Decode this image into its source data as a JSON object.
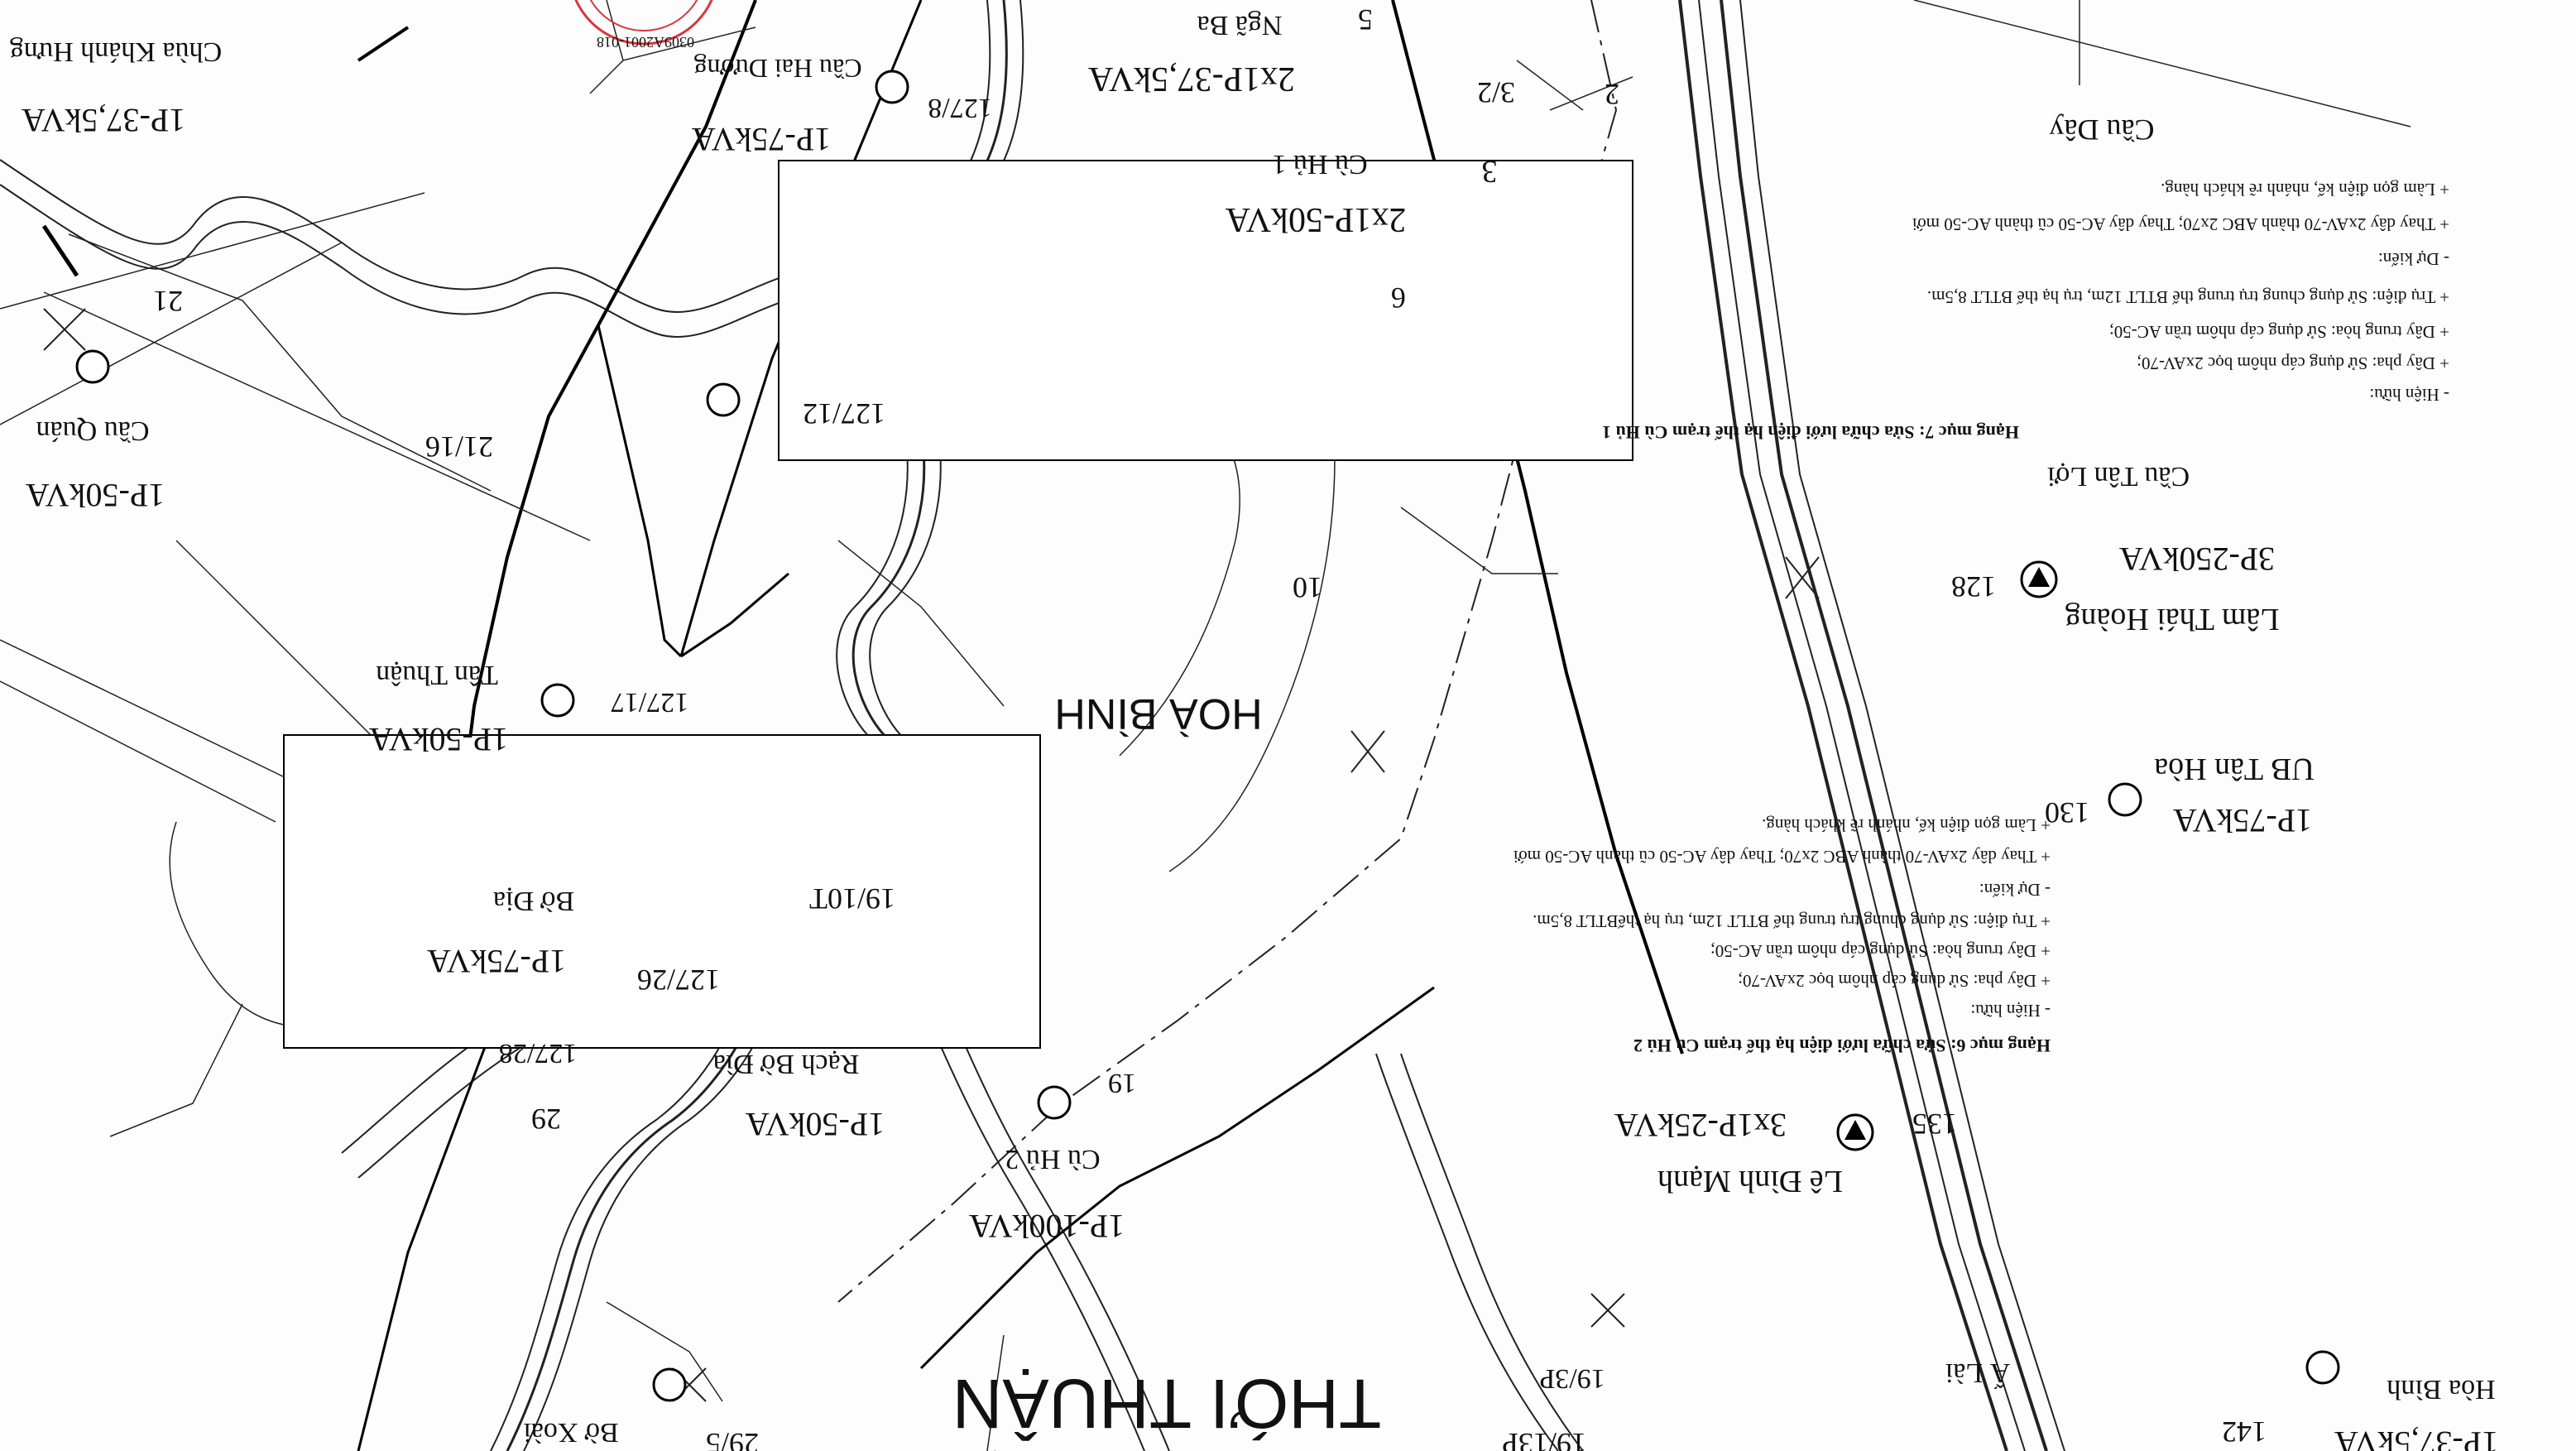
{
  "map_title_areas": {
    "hoa_binh": "HOÀ BÌNH",
    "thoi_thuan": "THỚI THUẬN"
  },
  "stations": [
    {
      "id": "cau-hai-duong",
      "rating": "1P-75kVA",
      "name": "Cầu Hai Dương",
      "pole": "127/8",
      "marker": "hollow"
    },
    {
      "id": "chua-khanh-hung",
      "rating": "1P-37,5kVA",
      "name": "Chùa Khánh Hưng",
      "pole": "",
      "marker": "none"
    },
    {
      "id": "nga-ba",
      "rating": "2x1P-37,5kVA",
      "name": "Ngã Ba",
      "pole": "",
      "marker": "none"
    },
    {
      "id": "cu-hu-1",
      "rating": "2x1P-50kVA",
      "name": "Cù Hủ 1",
      "pole": "3",
      "marker": "hollow"
    },
    {
      "id": "cau-quan",
      "rating": "1P-50kVA",
      "name": "Cầu Quán",
      "pole": "",
      "marker": "hollow"
    },
    {
      "id": "tan-thuan",
      "rating": "1P-50kVA",
      "name": "Tân Thuận",
      "pole": "127/17",
      "marker": "hollow"
    },
    {
      "id": "bo-dia",
      "rating": "1P-75kVA",
      "name": "Bờ Địa",
      "pole": "127/28",
      "marker": "hollow"
    },
    {
      "id": "rach-bo-dia",
      "rating": "1P-50kVA",
      "name": "Rạch Bờ Đìa",
      "pole": "",
      "marker": "hollow"
    },
    {
      "id": "cu-hu-2",
      "rating": "1P-100kVA",
      "name": "Cù Hủ 2",
      "pole": "19",
      "marker": "hollow"
    },
    {
      "id": "lam-thai-hoang",
      "rating": "3P-250kVA",
      "name": "Lâm Thái Hoàng",
      "pole": "128",
      "marker": "filled"
    },
    {
      "id": "ub-tan-hoa",
      "rating": "1P-75kVA",
      "name": "UB Tân Hòa",
      "pole": "130",
      "marker": "hollow"
    },
    {
      "id": "le-dinh-manh",
      "rating": "3x1P-25kVA",
      "name": "Lê Đình Mạnh",
      "pole": "135",
      "marker": "filled"
    },
    {
      "id": "hoa-binh-st",
      "rating": "1P-37,5kVA",
      "name": "Hòa Bình",
      "pole": "142",
      "marker": "hollow"
    },
    {
      "id": "bo-xoai",
      "rating": "",
      "name": "Bờ Xoài",
      "pole": "29/5",
      "marker": "hollow"
    }
  ],
  "pole_labels": [
    "127/12",
    "21/16",
    "21",
    "127/26",
    "29",
    "19/10T",
    "10",
    "6",
    "3/2",
    "2",
    "5",
    "19/13P",
    "19/3P"
  ],
  "place_labels": {
    "cau_day": "Cầu Dây",
    "cau_tan_loi": "Cầu Tân Lợi",
    "a_lai": "Ấ Lài"
  },
  "note_7": {
    "title": "Hạng mục 7:  Sửa chữa lưới điện hạ thế trạm Cù Hủ 1",
    "lines": [
      "- Hiện hữu:",
      "+ Dây pha: Sử dụng cáp nhôm bọc 2xAV-70;",
      "+ Dây trung hòa: Sử dụng cáp nhôm trần AC-50;",
      "+ Trụ điện: Sử dụng chung trụ trung thế BTLT 12m, trụ hạ thế BTLT 8,5m.",
      "- Dự kiến:",
      "+ Thay dây 2xAV-70 thành ABC 2x70; Thay dây AC-50 cũ thành AC-50 mới",
      "+ Làm gọn điện kế, nhánh rẽ khách hàng."
    ]
  },
  "note_6": {
    "title": "Hạng mục 6:  Sửa chữa lưới điện hạ thế trạm Cù Hủ 2",
    "lines": [
      "- Hiện hữu:",
      "+ Dây pha: Sử dụng cáp nhôm bọc 2xAV-70;",
      "+ Dây trung hòa: Sử dụng cáp nhôm trần AC-50;",
      "+ Trụ điện: Sử dụng chung trụ trung thế BTLT 12m, trụ hạ thếBTLT 8,5m.",
      "- Dự kiến:",
      "+ Thay dây 2xAV-70 thành ABC 2x70; Thay dây AC-50 cũ thành AC-50 mới",
      "+ Làm gọn điện kế, nhánh rẽ khách hàng."
    ]
  },
  "stamp_text": "0309A2001-018",
  "colors": {
    "ink": "#111111",
    "stamp": "#d9363e",
    "paper": "#fdfdfd"
  }
}
